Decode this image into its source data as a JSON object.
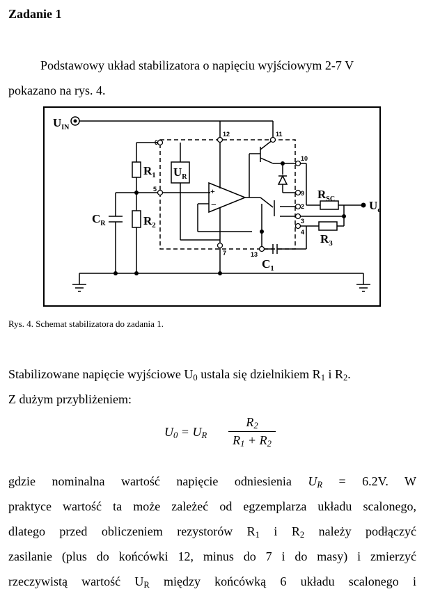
{
  "heading": "Zadanie 1",
  "intro": {
    "line1": "Podstawowy układ stabilizatora o napięciu wyjściowym 2-7 V",
    "line2": "pokazano na rys. 4."
  },
  "figure": {
    "label_uin": "U",
    "label_uin_sub": "IN",
    "label_uo": "U",
    "label_uo_sub": "o",
    "label_r1": "R",
    "label_r1_sub": "1",
    "label_r2": "R",
    "label_r2_sub": "2",
    "label_ur": "U",
    "label_ur_sub": "R",
    "label_cr": "C",
    "label_cr_sub": "R",
    "label_rsc": "R",
    "label_rsc_sub": "SC",
    "label_r3": "R",
    "label_r3_sub": "3",
    "label_c1": "C",
    "label_c1_sub": "1",
    "pins": [
      "12",
      "11",
      "10",
      "9",
      "2",
      "3",
      "4",
      "6",
      "5",
      "7",
      "13"
    ]
  },
  "caption": "Rys. 4. Schemat stabilizatora do zadania 1.",
  "para2": {
    "a": "Stabilizowane napięcie wyjściowe U",
    "a_sub": "0",
    "b": " ustala się dzielnikiem R",
    "b_sub": "1",
    "c": " i R",
    "c_sub": "2",
    "d": ".",
    "line2": "Z dużym przybliżeniem:"
  },
  "formula": {
    "lhs": "U",
    "lhs_sub": "0",
    "eq": " = U",
    "eq_sub": "R",
    "num": "R",
    "num_sub": "2",
    "den_a": "R",
    "den_a_sub": "1",
    "den_plus": " + R",
    "den_b_sub": "2"
  },
  "para3": {
    "l1a": "gdzie nominalna wartość napięcie odniesienia ",
    "l1_ur": "U",
    "l1_ur_sub": "R",
    "l1b": " = 6.2V. W",
    "l2": "praktyce wartość ta może zależeć od egzemplarza układu scalonego,",
    "l3a": "dlatego przed obliczeniem rezystorów R",
    "l3_sub1": "1",
    "l3b": " i R",
    "l3_sub2": "2",
    "l3c": " należy podłączyć",
    "l4": "zasilanie (plus do końcówki 12, minus do 7 i do masy) i zmierzyć",
    "l5a": "rzeczywistą wartość U",
    "l5_sub": "R",
    "l5b": " między końcówką 6 układu scalonego i"
  }
}
